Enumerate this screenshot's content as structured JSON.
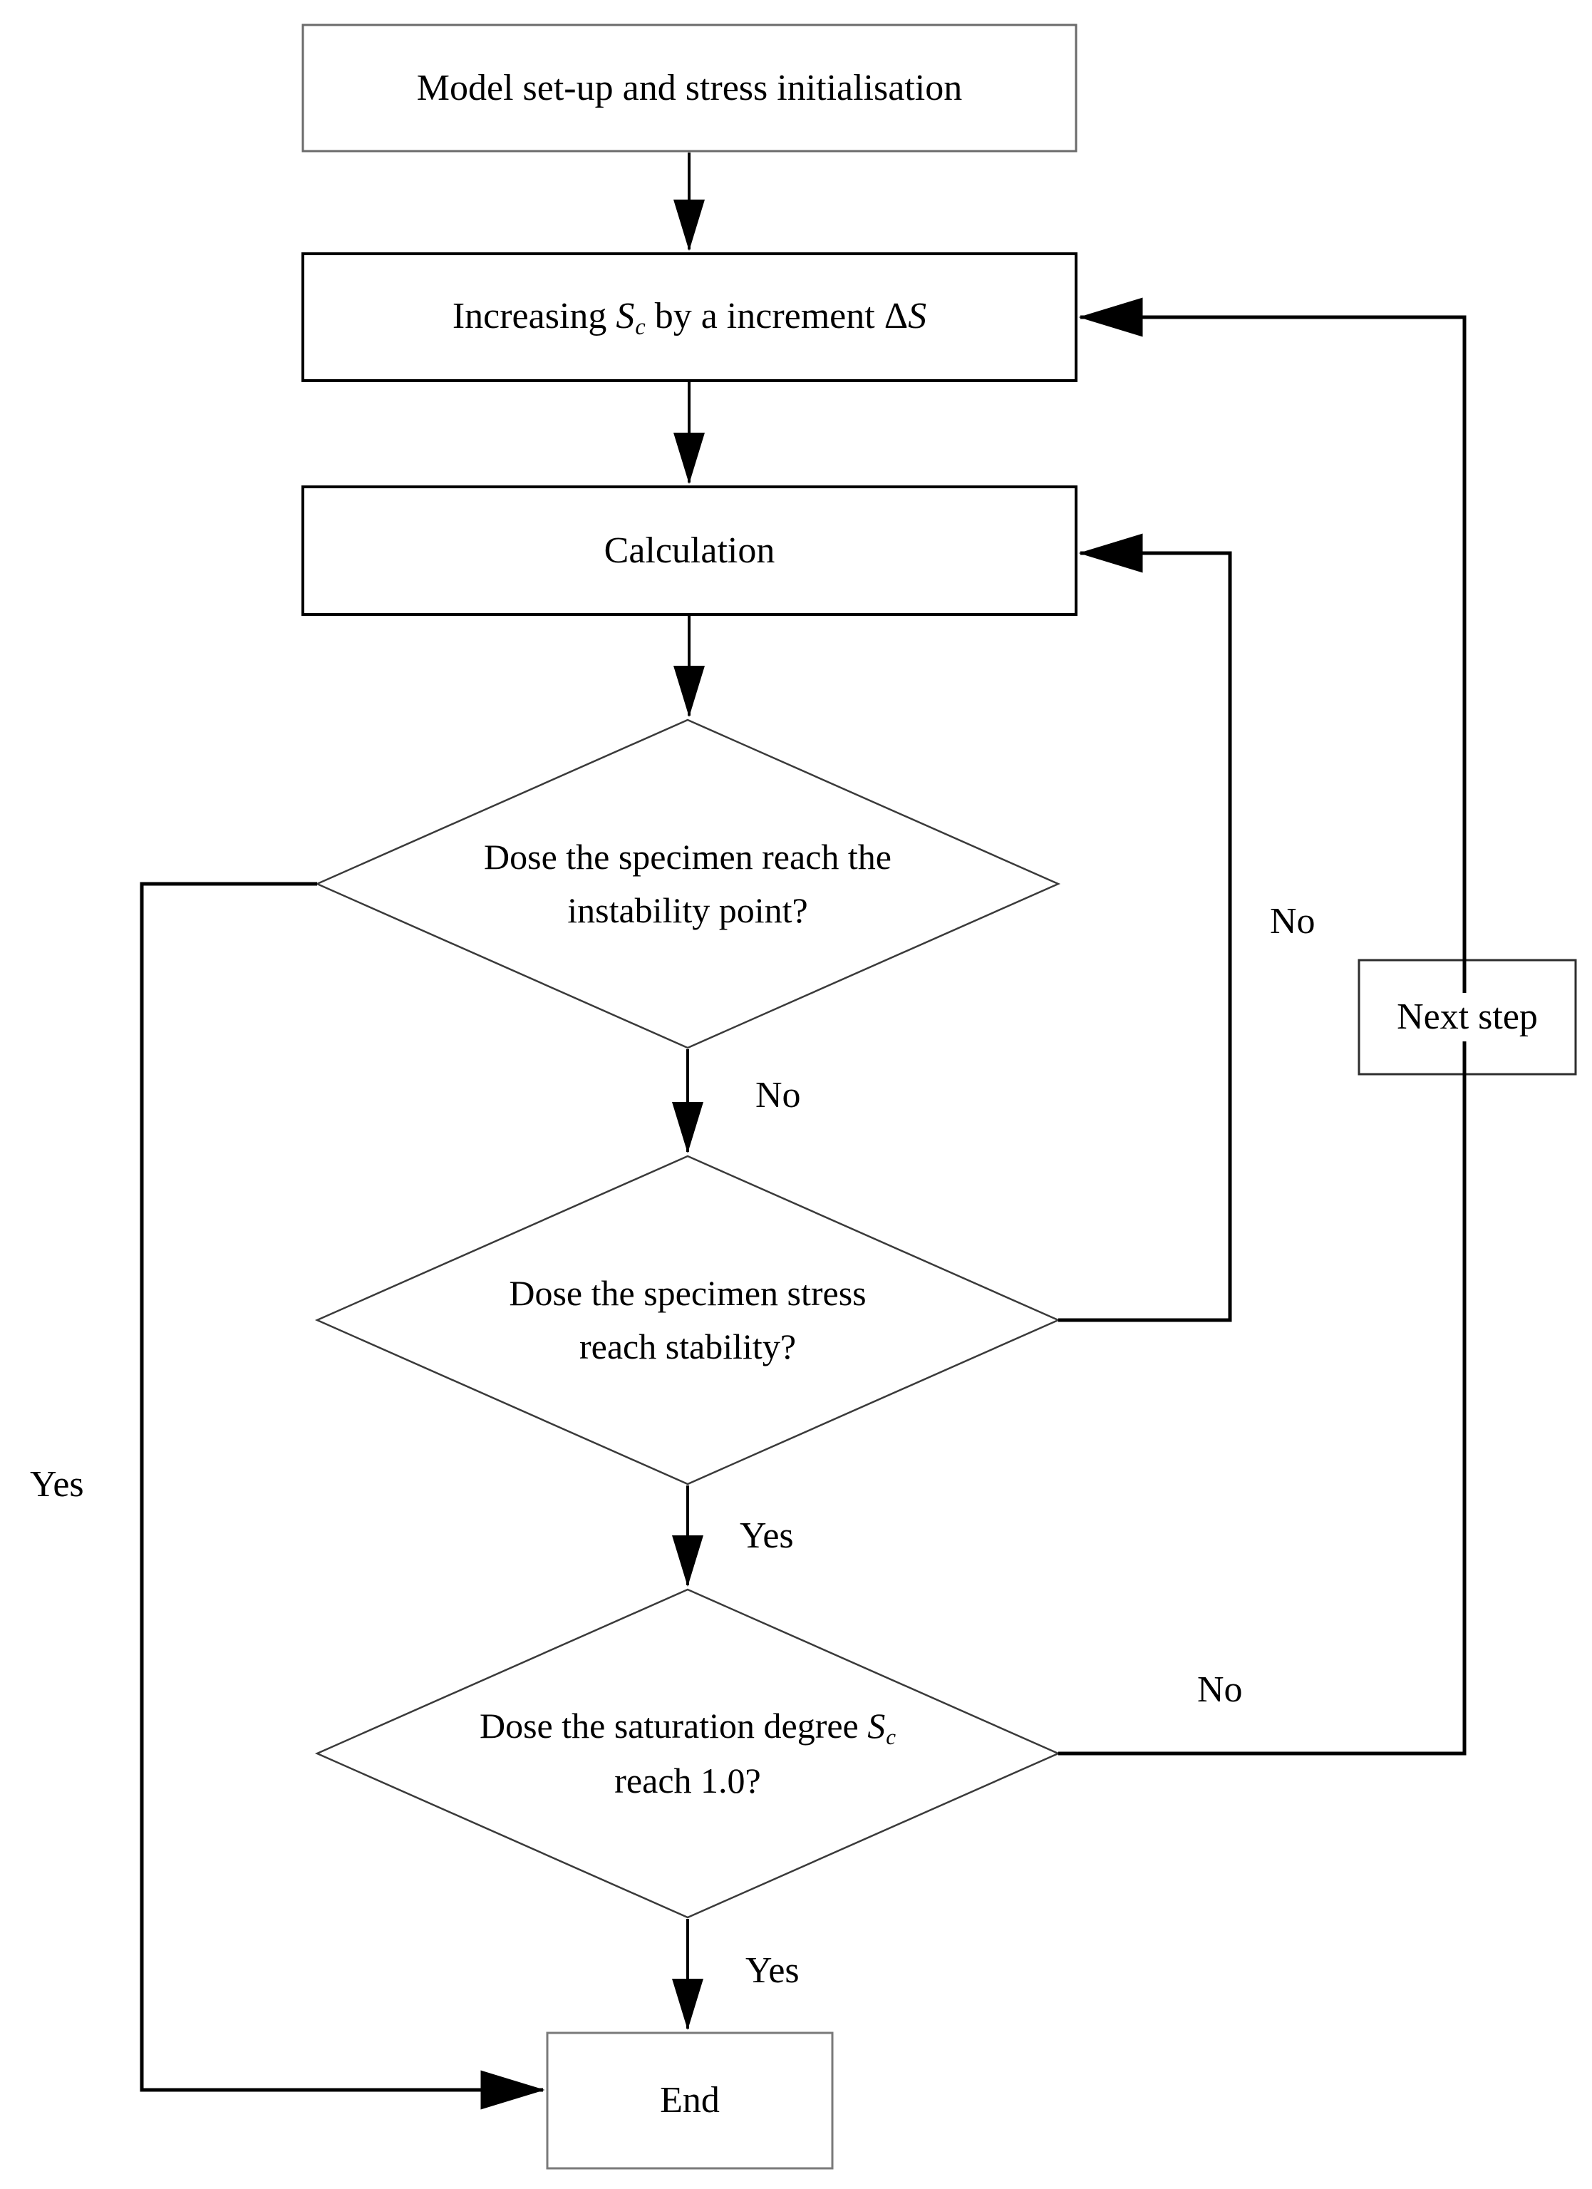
{
  "flowchart": {
    "nodes": {
      "model_setup": {
        "label": "Model set-up and stress initialisation"
      },
      "increase_sc": {
        "pre": "Increasing ",
        "var1": "S",
        "sub1": "c",
        "mid": " by a increment ",
        "delta": "Δ",
        "var2": "S"
      },
      "calculation": {
        "label": "Calculation"
      },
      "instability_decision": {
        "line1": "Dose the specimen reach the",
        "line2": "instability point?"
      },
      "stability_decision": {
        "line1": "Dose the specimen stress",
        "line2": "reach stability?"
      },
      "saturation_decision": {
        "line1_pre": "Dose the saturation degree ",
        "var": "S",
        "sub": "c",
        "line2": "reach 1.0?"
      },
      "next_step": {
        "label": "Next step"
      },
      "end": {
        "label": "End"
      }
    },
    "edge_labels": {
      "no_instability": "No",
      "yes_stability": "Yes",
      "yes_saturation": "Yes",
      "yes_left": "Yes",
      "no_stability_loop": "No",
      "no_saturation_loop": "No"
    },
    "colors": {
      "background": "#ffffff",
      "line": "#000000",
      "text": "#000000"
    }
  }
}
